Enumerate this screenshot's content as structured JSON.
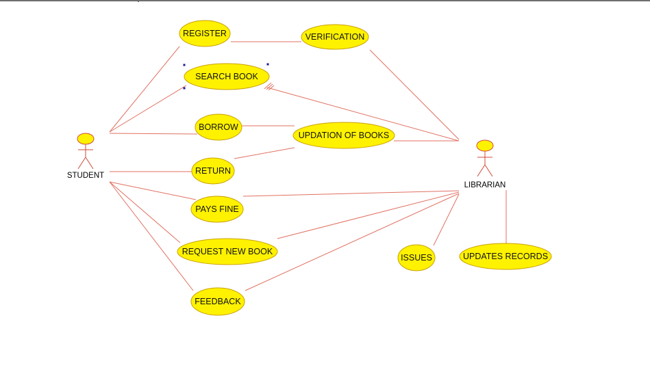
{
  "colors": {
    "usecase_fill": "#FFF200",
    "usecase_stroke": "#C9A000",
    "association_line": "#E07060",
    "actor_stroke": "#D04A3A",
    "actor_head_fill": "#FFF200",
    "selection_handle": "#1a1aa8"
  },
  "actors": {
    "student": {
      "label": "STUDENT"
    },
    "librarian": {
      "label": "LIBRARIAN"
    }
  },
  "use_cases": {
    "register": "REGISTER",
    "verification": "VERIFICATION",
    "search_book": "SEARCH BOOK",
    "borrow": "BORROW",
    "updation_of_books": "UPDATION OF BOOKS",
    "return": "RETURN",
    "pays_fine": "PAYS FINE",
    "request_new_book": "REQUEST NEW BOOK",
    "feedback": "FEEDBACK",
    "issues": "ISSUES",
    "updates_records": "UPDATES RECORDS"
  }
}
